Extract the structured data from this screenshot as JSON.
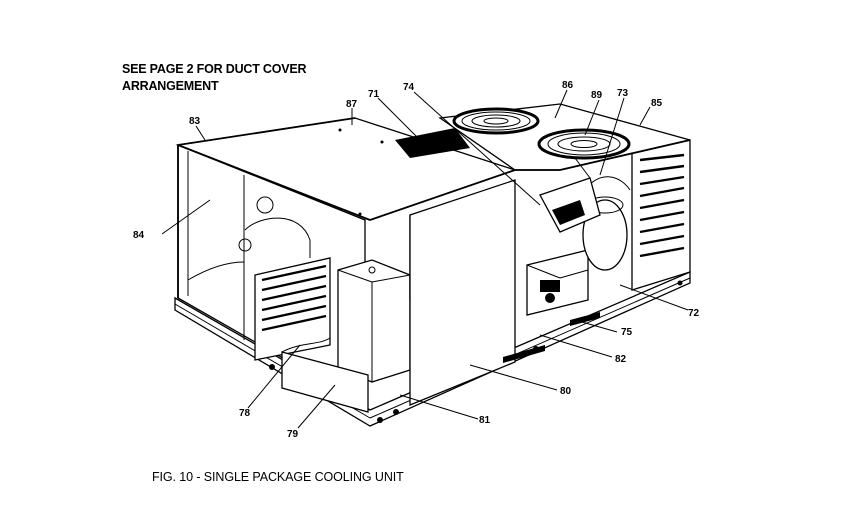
{
  "figure": {
    "note_line1": "SEE PAGE 2 FOR DUCT COVER",
    "note_line2": "ARRANGEMENT",
    "caption": "FIG. 10 - SINGLE PACKAGE COOLING UNIT"
  },
  "callouts": {
    "c71": "71",
    "c72": "72",
    "c73": "73",
    "c74": "74",
    "c75": "75",
    "c78": "78",
    "c79": "79",
    "c80": "80",
    "c81": "81",
    "c82": "82",
    "c83": "83",
    "c84": "84",
    "c85": "85",
    "c86": "86",
    "c87": "87",
    "c89": "89"
  }
}
